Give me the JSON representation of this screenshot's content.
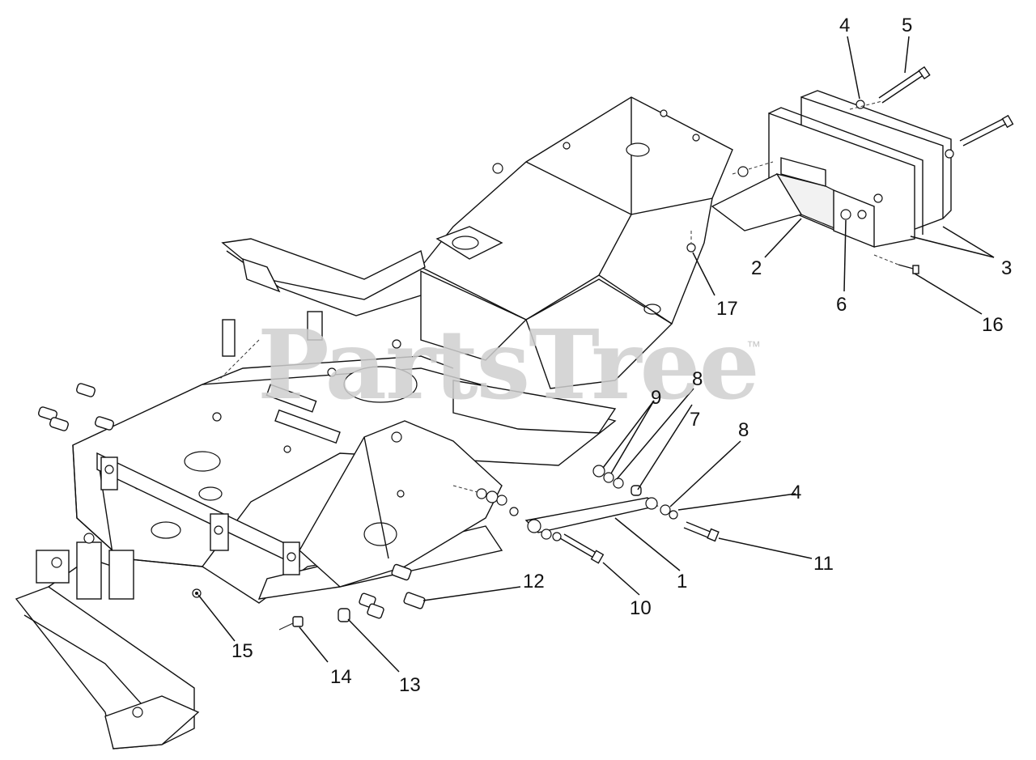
{
  "watermark": {
    "brand": "PartsTree",
    "trademark": "™"
  },
  "callouts": [
    {
      "id": "c1",
      "label": "1"
    },
    {
      "id": "c2",
      "label": "2"
    },
    {
      "id": "c3",
      "label": "3"
    },
    {
      "id": "c4a",
      "label": "4"
    },
    {
      "id": "c4b",
      "label": "4"
    },
    {
      "id": "c5",
      "label": "5"
    },
    {
      "id": "c6",
      "label": "6"
    },
    {
      "id": "c7",
      "label": "7"
    },
    {
      "id": "c8a",
      "label": "8"
    },
    {
      "id": "c8b",
      "label": "8"
    },
    {
      "id": "c9",
      "label": "9"
    },
    {
      "id": "c10",
      "label": "10"
    },
    {
      "id": "c11",
      "label": "11"
    },
    {
      "id": "c12",
      "label": "12"
    },
    {
      "id": "c13",
      "label": "13"
    },
    {
      "id": "c14",
      "label": "14"
    },
    {
      "id": "c15",
      "label": "15"
    },
    {
      "id": "c16",
      "label": "16"
    },
    {
      "id": "c17",
      "label": "17"
    }
  ]
}
